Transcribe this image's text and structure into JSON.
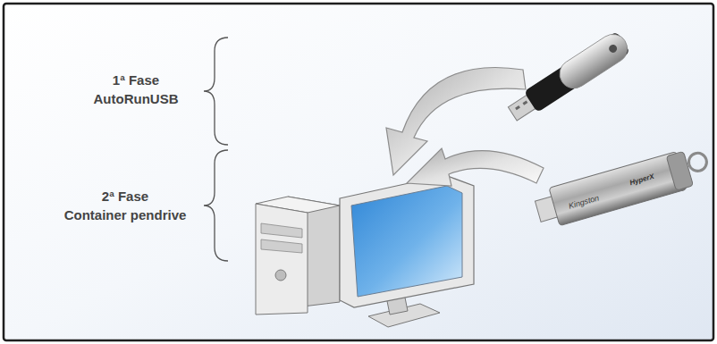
{
  "diagram": {
    "labels": [
      "1ª Fase",
      "AutoRunUSB",
      "2ª Fase",
      "Container pendrive",
      "Kingston",
      "HyperX"
    ]
  }
}
